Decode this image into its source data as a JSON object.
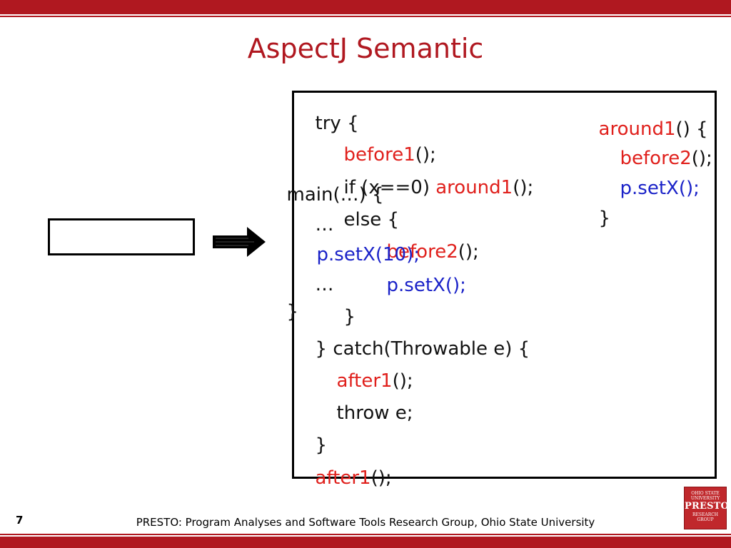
{
  "slide": {
    "title": "AspectJ Semantic",
    "number": "7",
    "footer": "PRESTO: Program Analyses and Software Tools Research Group, Ohio State University"
  },
  "logo": {
    "line1": "OHIO STATE",
    "line2": "UNIVERSITY",
    "name": "PRESTO",
    "line3": "RESEARCH",
    "line4": "GROUP"
  },
  "main_code": {
    "l1": "main(…) {",
    "l2": "…",
    "l3_call": "p.setX(10);",
    "l4": "…",
    "l5": "}"
  },
  "woven_code": {
    "try_open": "try {",
    "before1": "before1",
    "paren_semi": "();",
    "if_prefix": "if (x==0) ",
    "around1": "around1",
    "else_open": "else {",
    "before2": "before2",
    "setx": "p.setX();",
    "close_brace": "}",
    "catch": "} catch(Throwable e) {",
    "after1": "after1",
    "throw": "throw e;"
  },
  "around_advice": {
    "header_name": "around1",
    "header_rest": "() {",
    "before2": "before2",
    "paren_semi": "();",
    "setx": "p.setX();",
    "close_brace": "}"
  },
  "colors": {
    "accent": "#b01820",
    "advice_red": "#e0201c",
    "call_blue": "#1a22c8"
  }
}
